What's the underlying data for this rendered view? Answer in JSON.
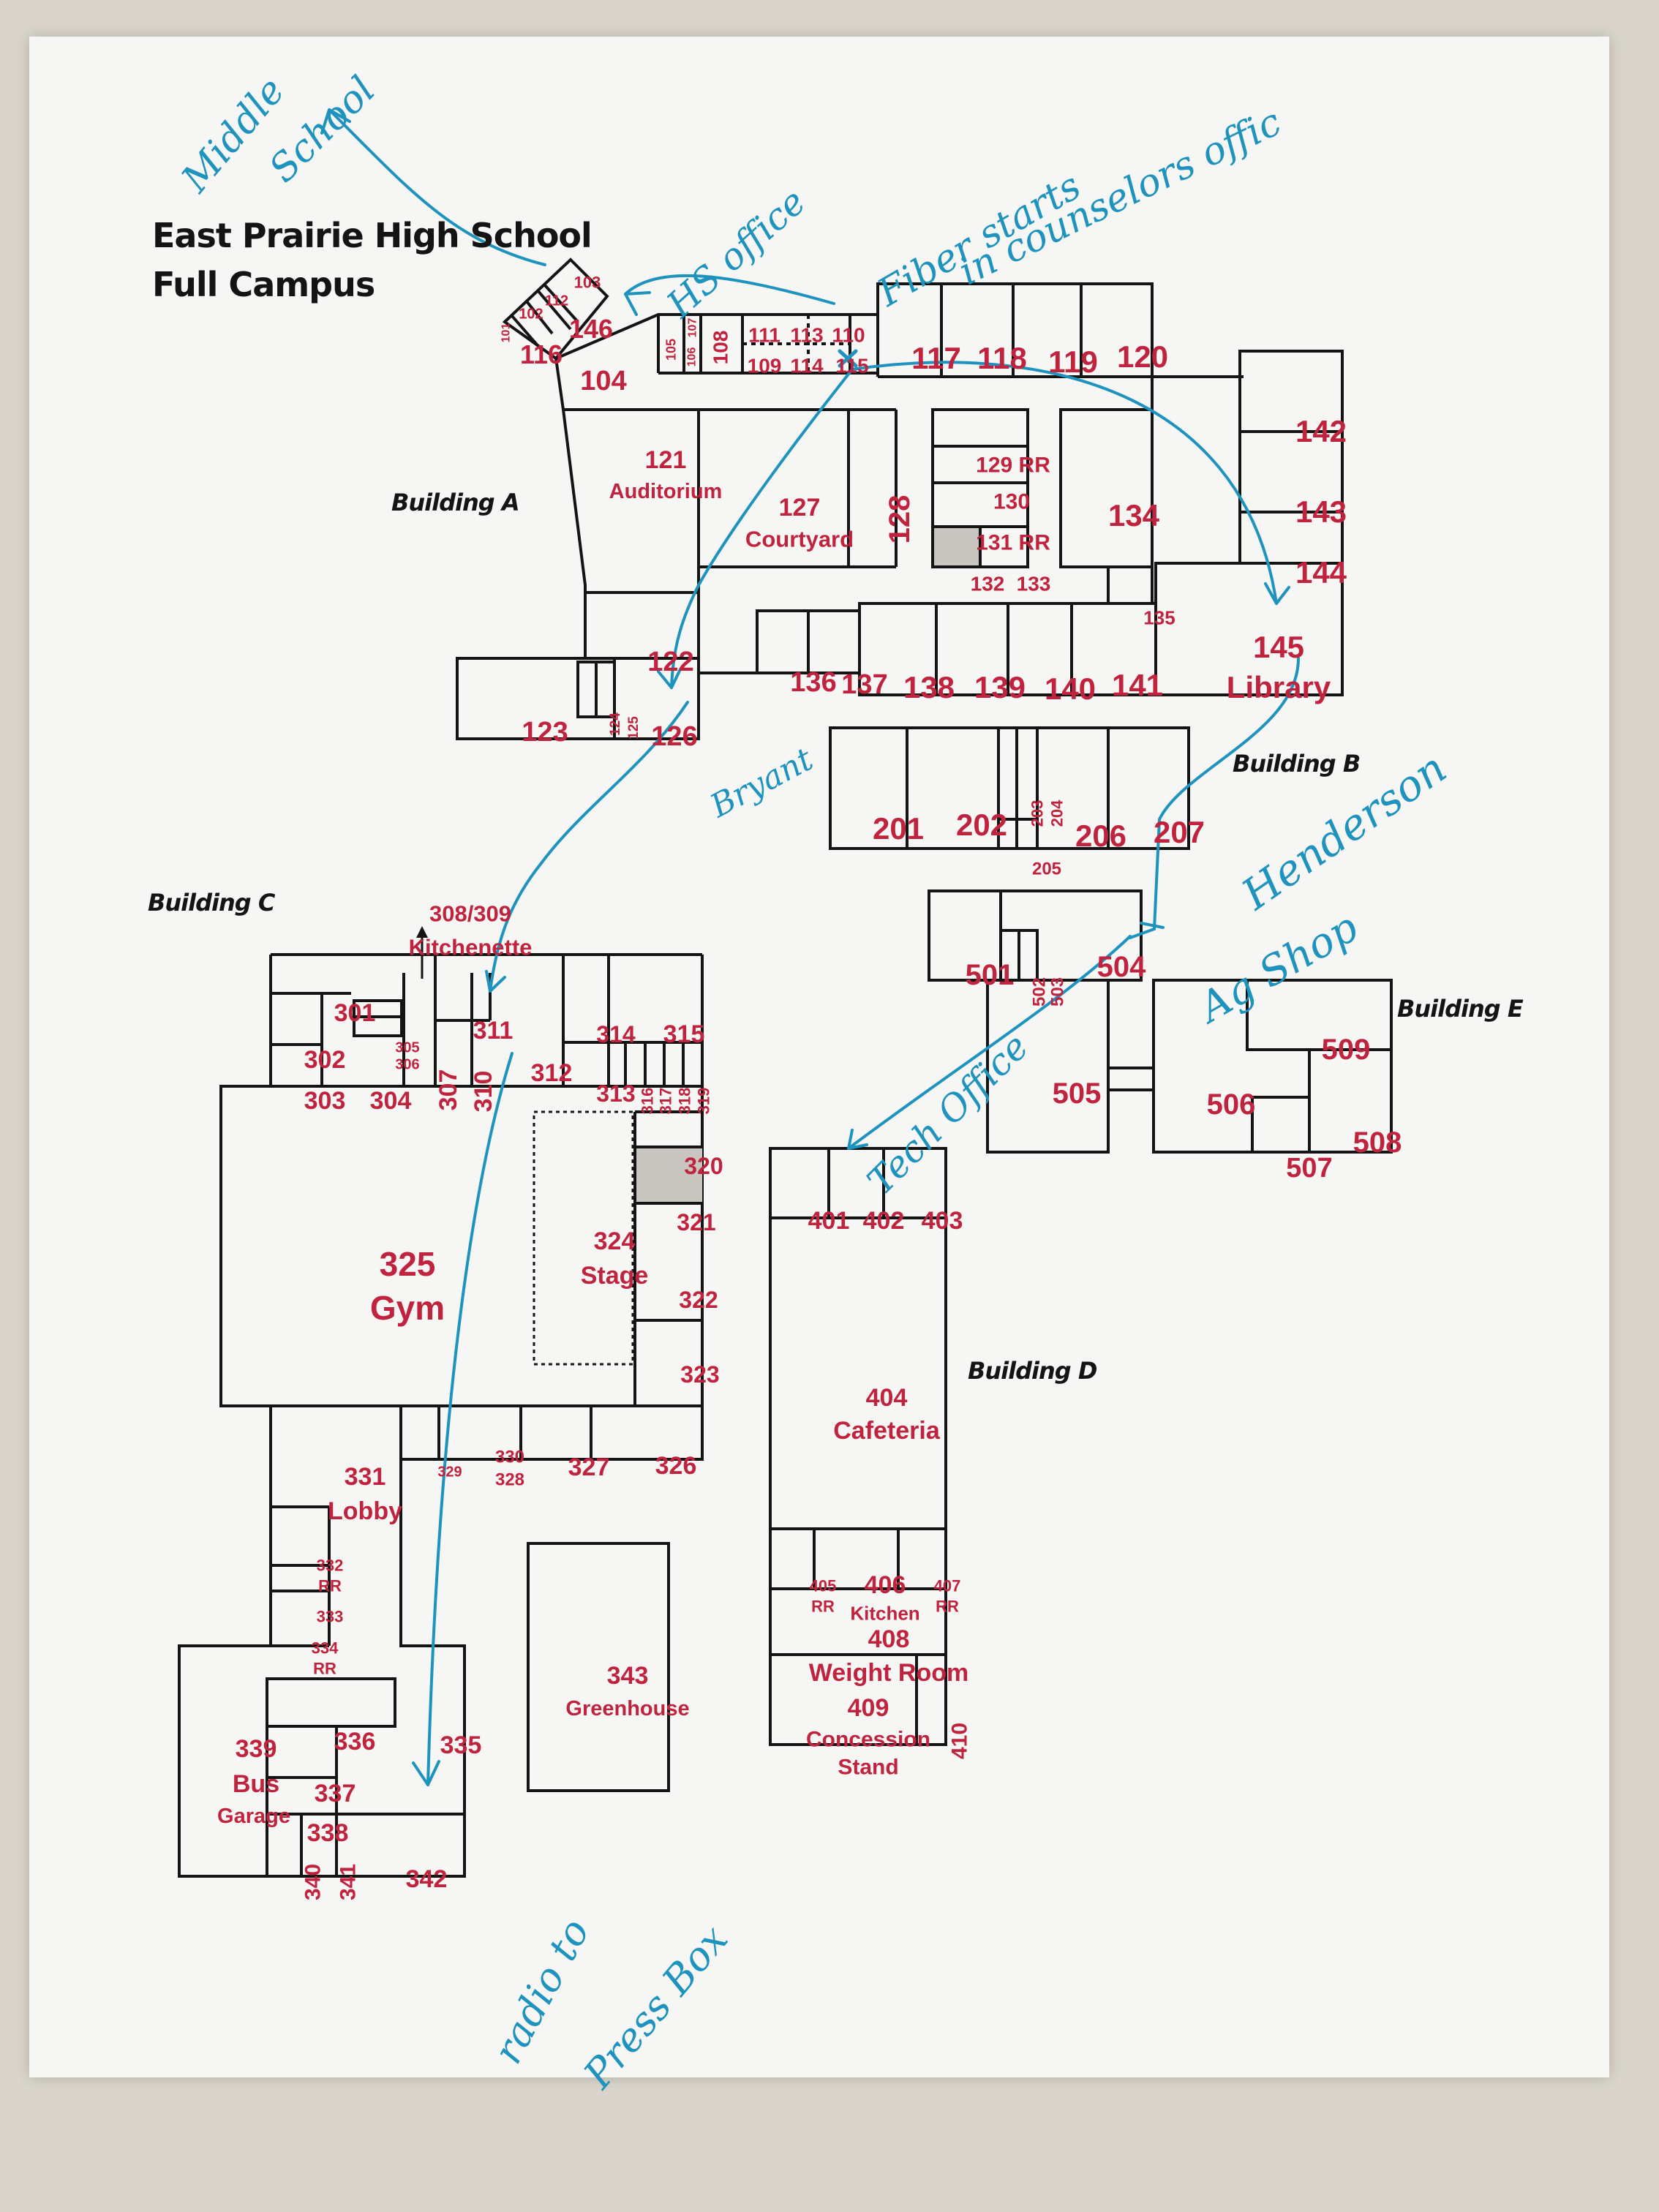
{
  "title": {
    "line1": "East Prairie High School",
    "line2": "Full Campus"
  },
  "buildings": {
    "a": "Building A",
    "b": "Building B",
    "c": "Building C",
    "d": "Building D",
    "e": "Building E"
  },
  "rooms": {
    "r101": "101",
    "r102": "102",
    "r112": "112",
    "r103": "103",
    "r116": "116",
    "r146": "146",
    "r104": "104",
    "r105": "105",
    "r106": "106",
    "r107": "107",
    "r108": "108",
    "r111": "111",
    "r113": "113",
    "r110": "110",
    "r109": "109",
    "r114": "114",
    "r115": "115",
    "r117": "117",
    "r118": "118",
    "r119": "119",
    "r120": "120",
    "r121": "121",
    "r121b": "Auditorium",
    "r127": "127",
    "r127b": "Courtyard",
    "r128": "128",
    "r129": "129 RR",
    "r130": "130",
    "r131": "131 RR",
    "r132": "132",
    "r133": "133",
    "r134": "134",
    "r135": "135",
    "r142": "142",
    "r143": "143",
    "r144": "144",
    "r145": "145",
    "r145b": "Library",
    "r122": "122",
    "r123": "123",
    "r124": "124",
    "r125": "125",
    "r126": "126",
    "r136": "136",
    "r137": "137",
    "r138": "138",
    "r139": "139",
    "r140": "140",
    "r141": "141",
    "r201": "201",
    "r202": "202",
    "r203": "203",
    "r204": "204",
    "r205": "205",
    "r206": "206",
    "r207": "207",
    "r501": "501",
    "r502": "502",
    "r503": "503",
    "r504": "504",
    "r505": "505",
    "r506": "506",
    "r507": "507",
    "r508": "508",
    "r509": "509",
    "r308": "308/309",
    "r308b": "Kitchenette",
    "r301": "301",
    "r302": "302",
    "r303": "303",
    "r304": "304",
    "r305": "305",
    "r306": "306",
    "r307": "307",
    "r310": "310",
    "r311": "311",
    "r312": "312",
    "r313": "313",
    "r314": "314",
    "r315": "315",
    "r316": "316",
    "r317": "317",
    "r318": "318",
    "r319": "319",
    "r320": "320",
    "r321": "321",
    "r322": "322",
    "r323": "323",
    "r324": "324",
    "r324b": "Stage",
    "r325": "325",
    "r325b": "Gym",
    "r326": "326",
    "r327": "327",
    "r329": "329",
    "r330": "330",
    "r328": "328",
    "r331": "331",
    "r331b": "Lobby",
    "r332": "332",
    "r332b": "RR",
    "r333": "333",
    "r334": "334",
    "r334b": "RR",
    "r335": "335",
    "r336": "336",
    "r337": "337",
    "r338": "338",
    "r339": "339",
    "r339b": "Bus",
    "r339c": "Garage",
    "r340": "340",
    "r341": "341",
    "r342": "342",
    "r343": "343",
    "r343b": "Greenhouse",
    "r401": "401",
    "r402": "402",
    "r403": "403",
    "r404": "404",
    "r404b": "Cafeteria",
    "r405": "405",
    "r405b": "RR",
    "r406": "406",
    "r406b": "Kitchen",
    "r407": "407",
    "r407b": "RR",
    "r408": "408",
    "r408b": "Weight Room",
    "r409": "409",
    "r409b": "Concession",
    "r409c": "Stand",
    "r410": "410"
  },
  "annotations": {
    "middle1": "Middle",
    "middle2": "School",
    "hs_office": "HS office",
    "fiber1": "Fiber starts",
    "fiber2": "in counselors offic",
    "bryant": "Bryant",
    "henderson": "Henderson",
    "ag_shop": "Ag Shop",
    "tech_office": "Tech Office",
    "radio1": "radio to",
    "radio2": "Press Box"
  },
  "colors": {
    "wall": "#141414",
    "room_label": "#c0233d",
    "annotation_ink": "#1e93be",
    "paper": "#f6f6f4",
    "table": "#d9d5cc",
    "shaded_room": "#c9c6c2"
  }
}
